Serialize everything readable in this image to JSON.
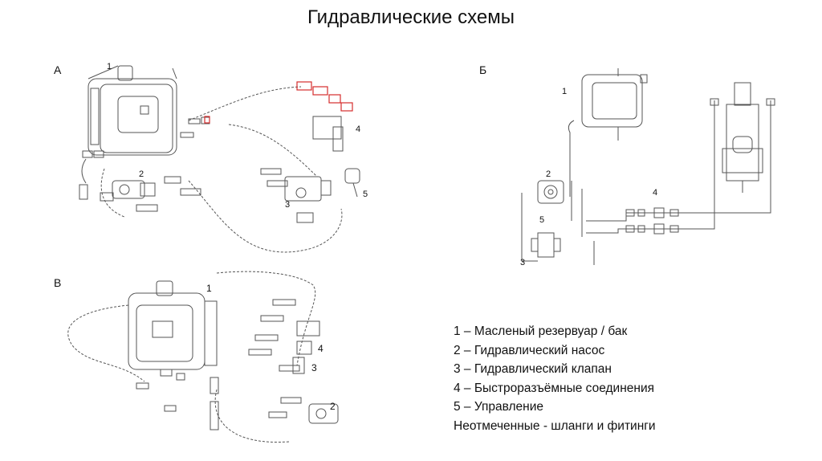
{
  "title": "Гидравлические схемы",
  "sections": {
    "a": {
      "label": "А",
      "callouts": [
        "1",
        "2",
        "3",
        "4",
        "5"
      ]
    },
    "b": {
      "label": "Б",
      "callouts": [
        "1",
        "2",
        "3",
        "4",
        "5"
      ]
    },
    "v": {
      "label": "В",
      "callouts": [
        "1",
        "2",
        "3",
        "4"
      ]
    }
  },
  "legend": [
    "1 – Масленый резервуар / бак",
    "2 – Гидравлический насос",
    "3 – Гидравлический клапан",
    "4 – Быстроразъёмные соединения",
    "5 – Управление",
    "Неотмеченные - шланги и фитинги"
  ],
  "colors": {
    "line": "#555555",
    "highlight": "#d62d2d",
    "text": "#111111"
  }
}
